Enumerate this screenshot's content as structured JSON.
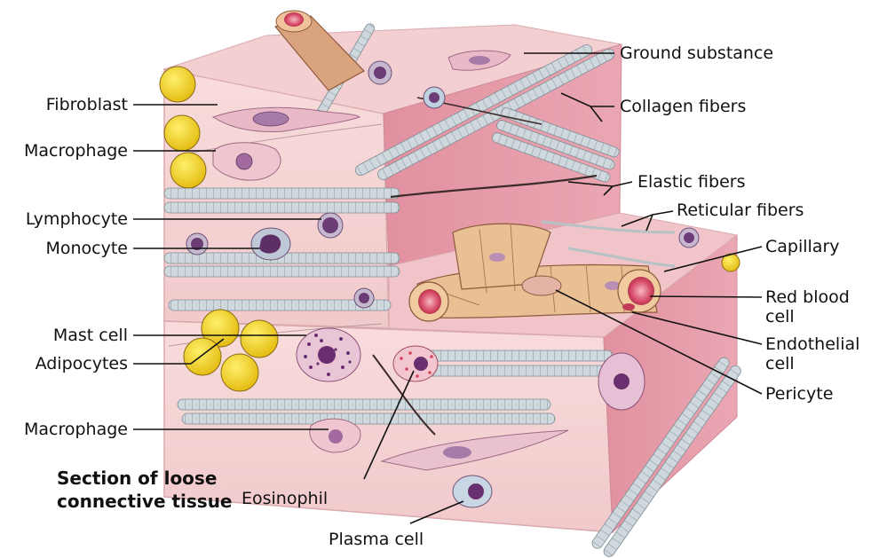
{
  "caption": {
    "line1": "Section of loose",
    "line2": "connective tissue"
  },
  "labels": {
    "ground_substance": "Ground substance",
    "collagen_fibers": "Collagen fibers",
    "elastic_fibers": "Elastic fibers",
    "reticular_fibers": "Reticular fibers",
    "capillary": "Capillary",
    "red_blood_cell_1": "Red blood",
    "red_blood_cell_2": "cell",
    "endothelial_cell_1": "Endothelial",
    "endothelial_cell_2": "cell",
    "pericyte": "Pericyte",
    "fibroblast": "Fibroblast",
    "macrophage_top": "Macrophage",
    "lymphocyte": "Lymphocyte",
    "monocyte": "Monocyte",
    "mast_cell": "Mast cell",
    "adipocytes": "Adipocytes",
    "macrophage_bottom": "Macrophage",
    "eosinophil": "Eosinophil",
    "plasma_cell": "Plasma cell"
  },
  "colors": {
    "tissue_front": "#f6d6d4",
    "tissue_side": "#e59aa6",
    "tissue_top": "#f3c7c9",
    "fiber": "#c9d3d8",
    "adipocyte": "#f2d230",
    "capillary": "#e8b98b",
    "red_blood_cell": "#d44a64",
    "nucleus": "#8a4e8e"
  }
}
